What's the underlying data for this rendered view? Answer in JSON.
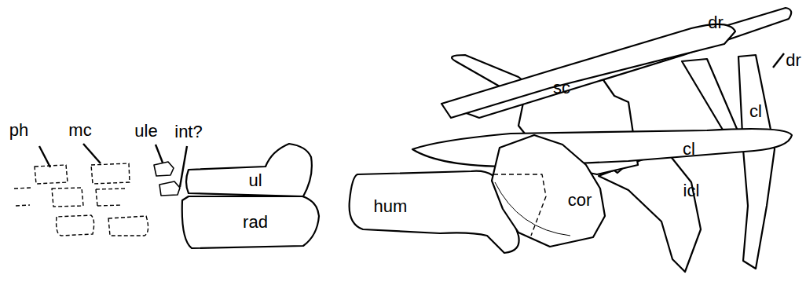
{
  "diagram": {
    "labels": [
      "dr",
      "dr",
      "sc",
      "cl",
      "ph",
      "mc",
      "ule",
      "int?",
      "ul",
      "cl",
      "icl",
      "hum",
      "cor",
      "rad"
    ]
  }
}
